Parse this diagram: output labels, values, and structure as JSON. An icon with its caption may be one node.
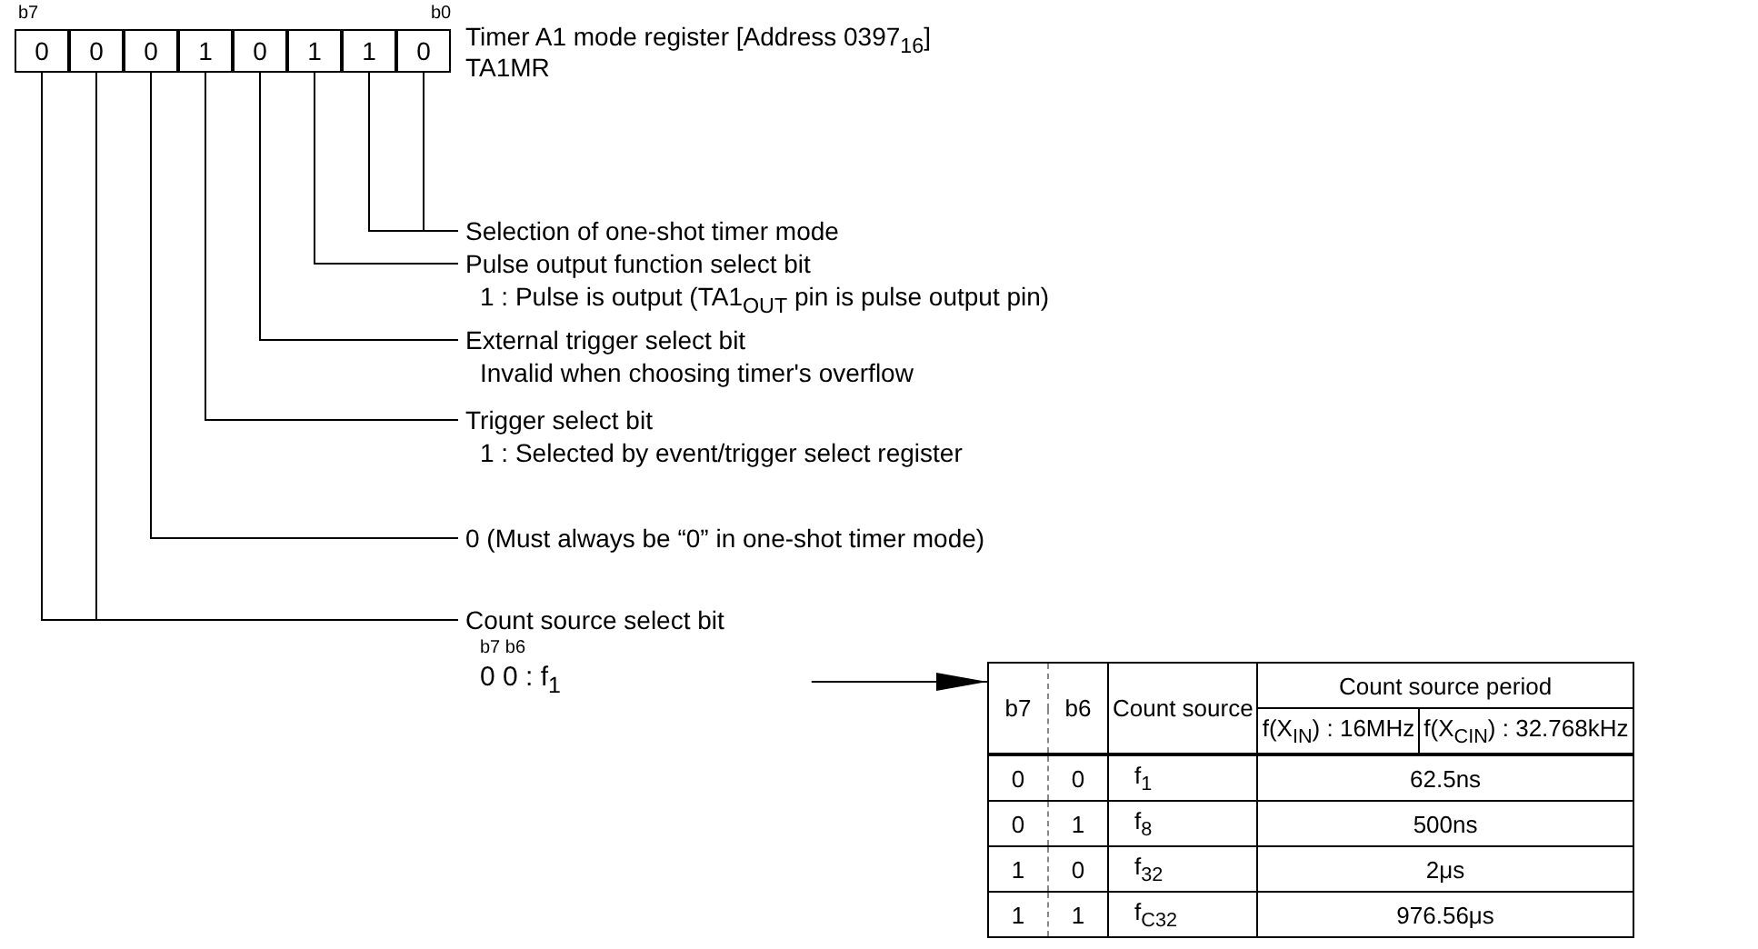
{
  "diagram": {
    "nodes": [
      {
        "text": [
          "0"
        ]
      },
      {
        "text": [
          "0"
        ]
      },
      {
        "text": [
          "0"
        ]
      },
      {
        "text": [
          "1"
        ]
      },
      {
        "text": [
          "0"
        ]
      },
      {
        "text": [
          "1"
        ]
      },
      {
        "text": [
          "1"
        ]
      },
      {
        "text": [
          "0"
        ]
      },
      {
        "text": [
          "Selection of one-shot timer mode"
        ]
      },
      {
        "text": [
          "Pulse output function select bit",
          "1 : Pulse is output (TA1$_{OUT}$ pin is pulse output pin)"
        ]
      },
      {
        "text": [
          "External trigger select bit",
          "Invalid when choosing timer's overflow"
        ]
      },
      {
        "text": [
          "Trigger select bit",
          "1 : Selected by event/trigger select register"
        ]
      },
      {
        "text": [
          "0 (Must always be “0” in one-shot timer mode)"
        ]
      },
      {
        "text": [
          "Count source select bit",
          "b7 b6",
          "0 0 : f$_{1}$"
        ]
      },
      {
        "text": [
          "b7",
          "b6",
          "Count source",
          "Count source period",
          "f(X$_{IN}$) : 16MHz",
          "f(X$_{CIN}$) : 32.768kHz",
          "0",
          "0",
          "f$_{1}$",
          "62.5ns",
          "0",
          "1",
          "f$_{8}$",
          "500ns",
          "1",
          "0",
          "f$_{32}$",
          "2μs",
          "1",
          "1",
          "f$_{C32}$",
          "976.56μs"
        ]
      }
    ],
    "edges": [
      {
        "from": 6,
        "to": 8,
        "arrow": "none"
      },
      {
        "from": 7,
        "to": 8,
        "arrow": "none"
      },
      {
        "from": 5,
        "to": 9,
        "arrow": "none"
      },
      {
        "from": 4,
        "to": 10,
        "arrow": "none"
      },
      {
        "from": 3,
        "to": 11,
        "arrow": "none"
      },
      {
        "from": 2,
        "to": 12,
        "arrow": "none"
      },
      {
        "from": 1,
        "to": 13,
        "arrow": "none"
      },
      {
        "from": 0,
        "to": 13,
        "arrow": "none"
      },
      {
        "from": 13,
        "to": 14,
        "arrow": "to"
      }
    ],
    "labels": [
      "b7",
      "b0",
      "Timer A1 mode register [Address 0397$_{16}$]",
      "TA1MR"
    ]
  }
}
